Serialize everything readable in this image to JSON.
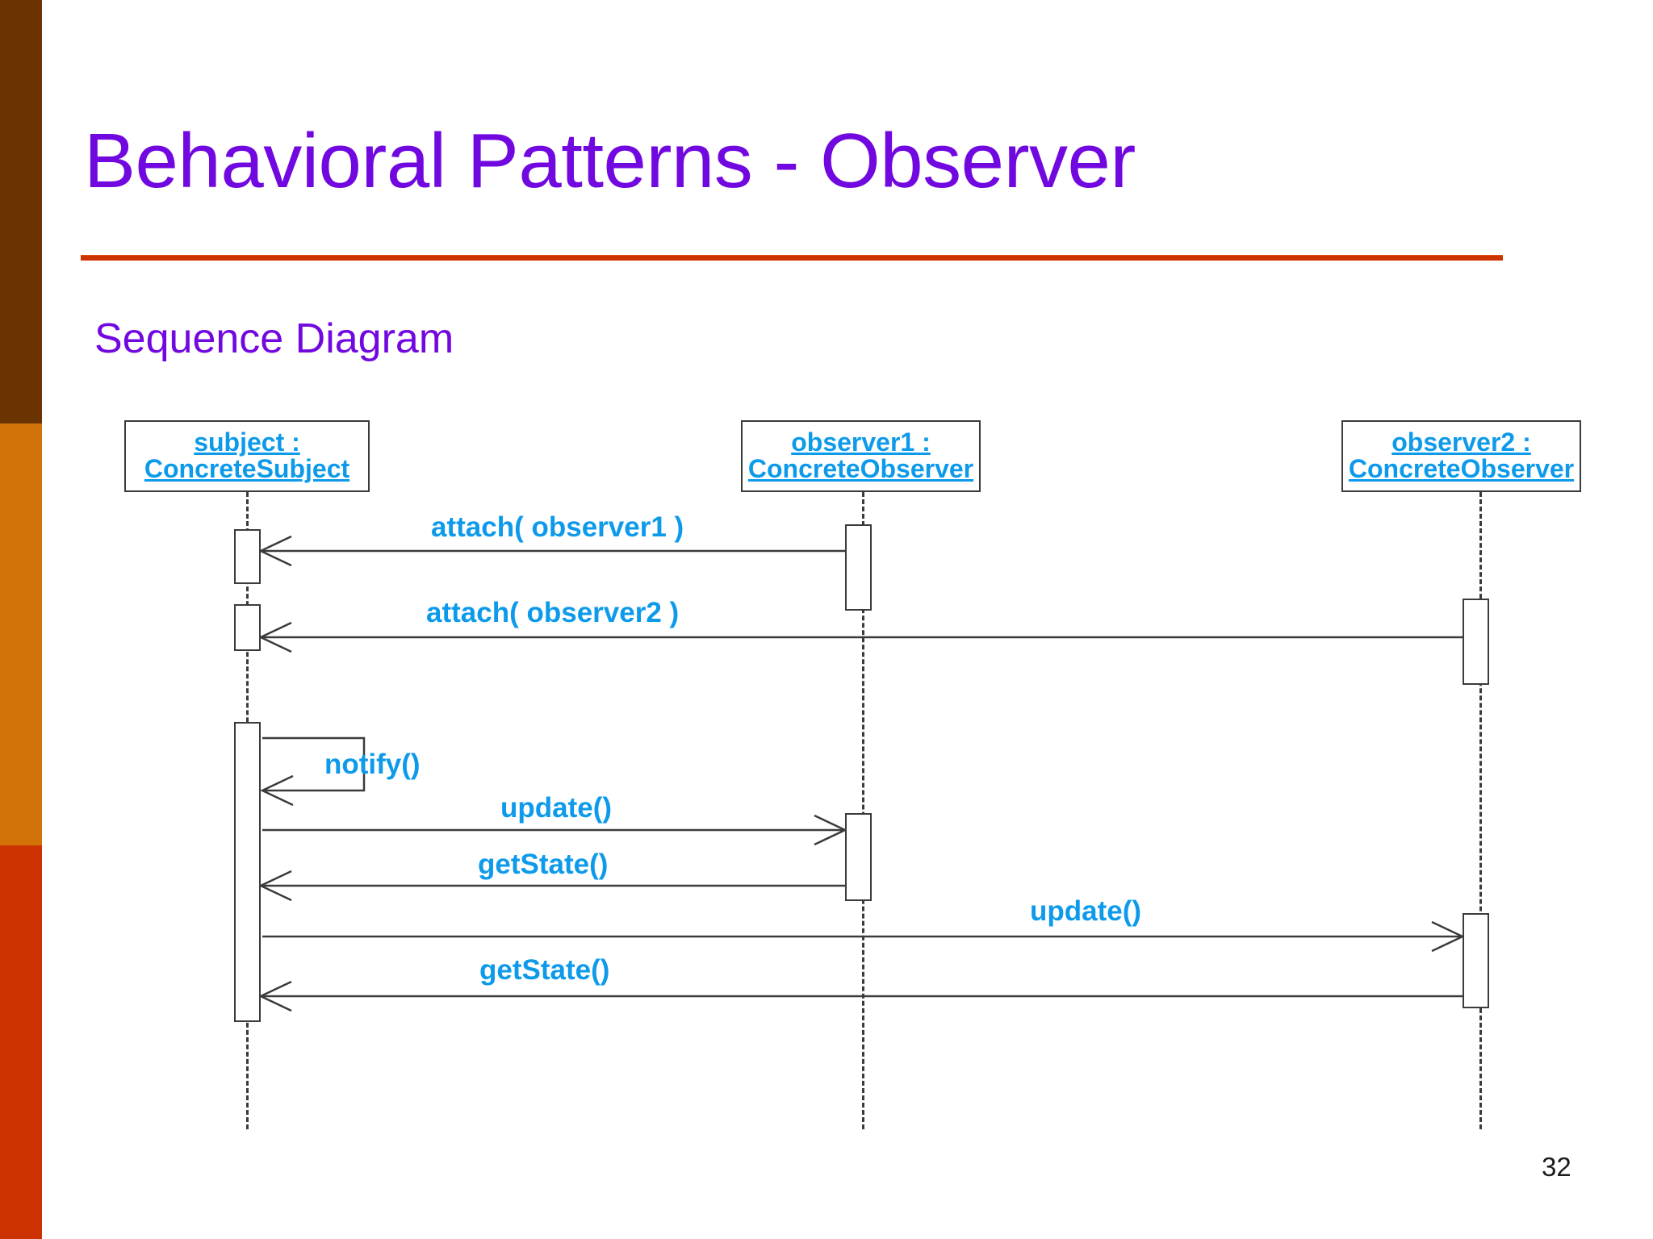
{
  "slide": {
    "title": "Behavioral Patterns - Observer",
    "subtitle": "Sequence Diagram",
    "page_number": "32",
    "colors": {
      "title_purple": "#7208E0",
      "rule_red": "#CC3300",
      "label_blue": "#0D9AEA",
      "line_gray": "#3B3B3B",
      "band_dark_brown": "#6B3300",
      "band_orange": "#D2730A",
      "band_red": "#CC3300"
    }
  },
  "diagram": {
    "type": "uml-sequence",
    "lifelines": [
      {
        "id": "subject",
        "name": "subject :",
        "type": "ConcreteSubject",
        "line1": "subject :",
        "line2": "ConcreteSubject"
      },
      {
        "id": "observer1",
        "name": "observer1 :",
        "type": "ConcreteObserver",
        "line1": "observer1 :",
        "line2": "ConcreteObserver"
      },
      {
        "id": "observer2",
        "name": "observer2  :",
        "type": "ConcreteObserver",
        "line1": "observer2  :",
        "line2": "ConcreteObserver"
      }
    ],
    "messages": [
      {
        "label": "attach( observer1 )",
        "from": "observer1",
        "to": "subject",
        "direction": "left",
        "kind": "call"
      },
      {
        "label": "attach( observer2 )",
        "from": "observer2",
        "to": "subject",
        "direction": "left",
        "kind": "call"
      },
      {
        "label": "notify()",
        "from": "subject",
        "to": "subject",
        "direction": "self",
        "kind": "self-call"
      },
      {
        "label": "update()",
        "from": "subject",
        "to": "observer1",
        "direction": "right",
        "kind": "call"
      },
      {
        "label": "getState()",
        "from": "observer1",
        "to": "subject",
        "direction": "left",
        "kind": "call"
      },
      {
        "label": "update()",
        "from": "subject",
        "to": "observer2",
        "direction": "right",
        "kind": "call"
      },
      {
        "label": "getState()",
        "from": "observer2",
        "to": "subject",
        "direction": "left",
        "kind": "call"
      }
    ]
  }
}
